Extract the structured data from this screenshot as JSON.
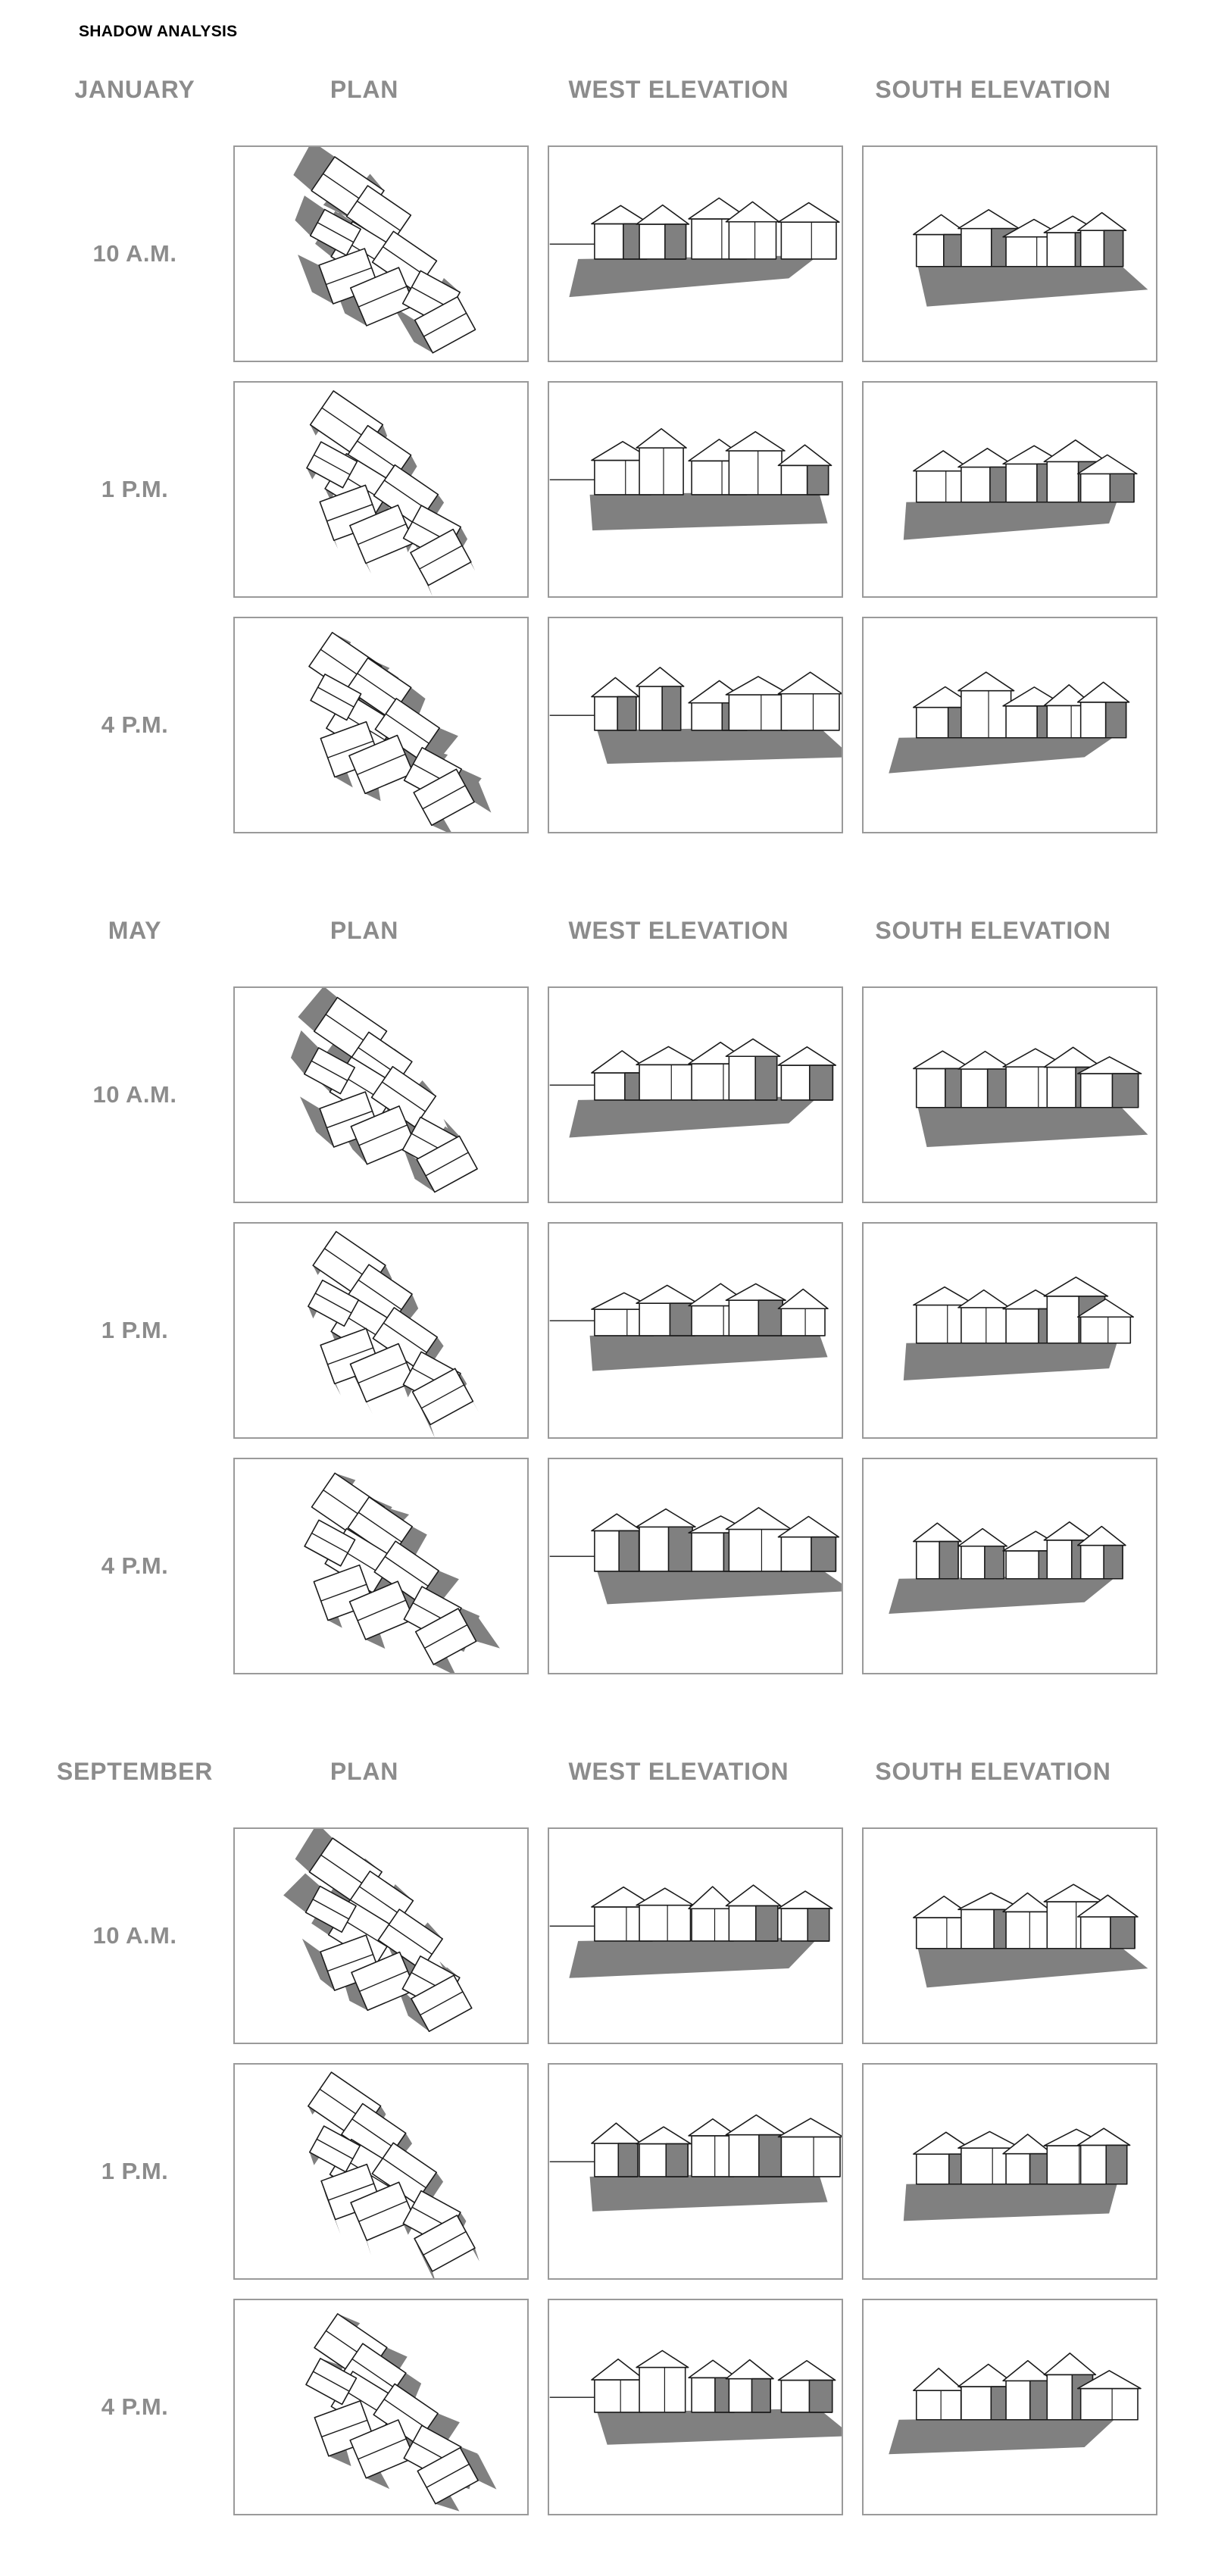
{
  "title": "SHADOW ANALYSIS",
  "column_headers": [
    "PLAN",
    "WEST ELEVATION",
    "SOUTH ELEVATION"
  ],
  "sections": [
    {
      "month": "JANUARY",
      "times": [
        "10 A.M.",
        "1 P.M.",
        "4 P.M."
      ]
    },
    {
      "month": "MAY",
      "times": [
        "10 A.M.",
        "1 P.M.",
        "4 P.M."
      ]
    },
    {
      "month": "SEPTEMBER",
      "times": [
        "10 A.M.",
        "1 P.M.",
        "4 P.M."
      ]
    }
  ],
  "colors": {
    "header_text": "#8c8c8c",
    "panel_border": "#9a9a9a",
    "shadow": "#808080",
    "outline": "#1a1a1a"
  }
}
